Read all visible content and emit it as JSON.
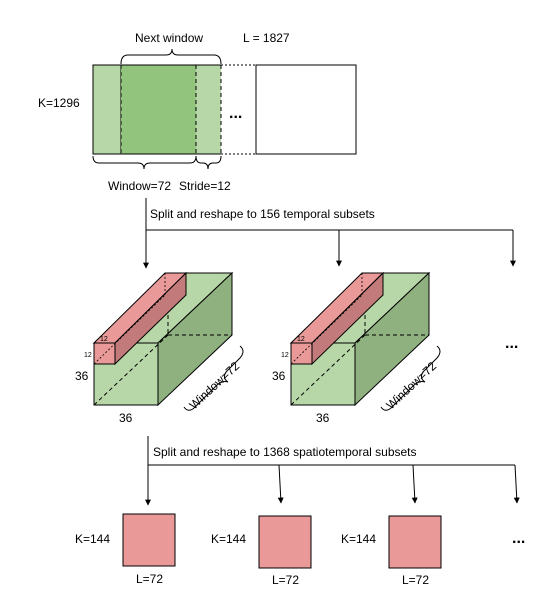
{
  "top": {
    "next_window": "Next window",
    "length": "L = 1827",
    "k_label": "K=1296",
    "ellipsis": "...",
    "window_label": "Window=72",
    "stride_label": "Stride=12"
  },
  "step1": {
    "caption": "Split and reshape to 156 temporal subsets"
  },
  "cubes": [
    {
      "small_top": "12",
      "small_side": "12",
      "height": "36",
      "depth": "36",
      "window": "Window=72"
    },
    {
      "small_top": "12",
      "small_side": "12",
      "height": "36",
      "depth": "36",
      "window": "Window=72"
    }
  ],
  "cubes_ellipsis": "...",
  "step2": {
    "caption": "Split and reshape to 1368 spatiotemporal subsets"
  },
  "squares": [
    {
      "k": "K=144",
      "l": "L=72"
    },
    {
      "k": "K=144",
      "l": "L=72"
    },
    {
      "k": "K=144",
      "l": "L=72"
    }
  ],
  "squares_ellipsis": "...",
  "colors": {
    "green_light": "#b7d7a8",
    "green_mid": "#93c47d",
    "green_dark": "#8fb07f",
    "red_light": "#ea9999",
    "red_dark": "#c27a7a"
  }
}
